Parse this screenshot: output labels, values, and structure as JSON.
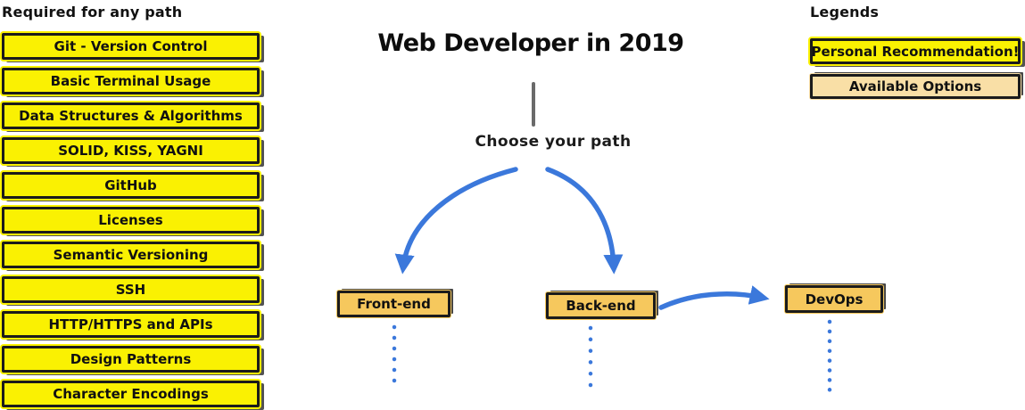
{
  "page": {
    "title": "Web Developer in 2019",
    "subtitle": "Choose your path"
  },
  "required_panel": {
    "heading": "Required for any path",
    "items": [
      "Git - Version Control",
      "Basic Terminal Usage",
      "Data Structures & Algorithms",
      "SOLID, KISS, YAGNI",
      "GitHub",
      "Licenses",
      "Semantic Versioning",
      "SSH",
      "HTTP/HTTPS and APIs",
      "Design Patterns",
      "Character Encodings"
    ]
  },
  "paths": {
    "nodes": [
      {
        "label": "Front-end"
      },
      {
        "label": "Back-end"
      },
      {
        "label": "DevOps"
      }
    ]
  },
  "legend": {
    "heading": "Legends",
    "items": [
      {
        "label": "Personal Recommendation!",
        "style": "recommendation"
      },
      {
        "label": "Available Options",
        "style": "available"
      }
    ]
  },
  "colors": {
    "recommendation_yellow": "#FAF102",
    "available_tan": "#F9DFA6",
    "node_amber": "#F6C85D",
    "arrow_blue": "#3B78DB",
    "ink_black": "#1B1B1B",
    "connector_gray": "#6A6A6A"
  }
}
